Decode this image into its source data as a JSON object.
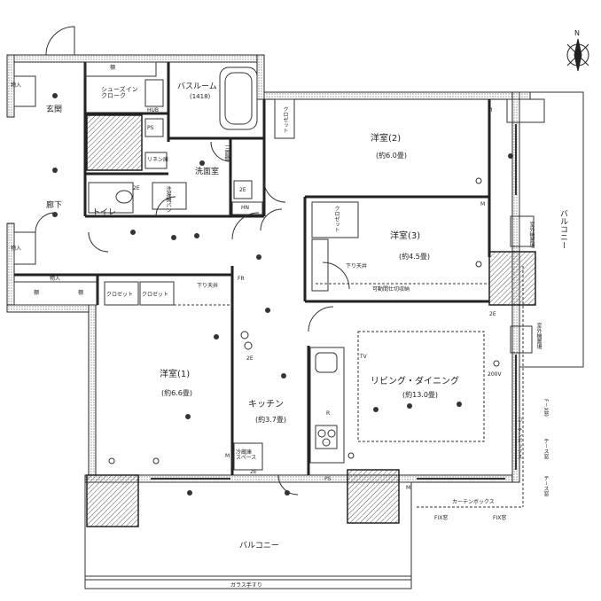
{
  "rooms": {
    "entrance": "玄関",
    "hallway": "廊下",
    "toilet": "トイレ",
    "shoe_closet": "シューズイン\nクローク",
    "bathroom": "バスルーム",
    "bathroom_size": "(1418)",
    "washroom": "洗面室",
    "western2": "洋室(2)",
    "western2_size": "(約6.0畳)",
    "western3": "洋室(3)",
    "western3_size": "(約4.5畳)",
    "western1": "洋室(1)",
    "western1_size": "(約6.6畳)",
    "kitchen": "キッチン",
    "kitchen_size": "(約3.7畳)",
    "living": "リビング・ダイニング",
    "living_size": "(約13.0畳)",
    "balcony_right": "バルコニー",
    "balcony_bottom": "バルコニー"
  },
  "labels": {
    "storage_a": "物入",
    "storage_b": "物入",
    "storage_c": "物入",
    "shelf1": "棚",
    "shelf2": "棚",
    "shelf3": "棚",
    "closet1": "クロゼット",
    "closet2": "クロゼット",
    "closet3": "クロゼット",
    "closet4": "クロゼット",
    "ps1": "PS",
    "ps2": "PS",
    "linen": "リネン庫",
    "hub": "HUB",
    "hn": "HN",
    "sanmenkyo": "三面鏡",
    "lowered_ceiling": "下り天井",
    "lowered_ceiling2": "下り天井",
    "movable_storage": "可動間仕切収納",
    "fridge_space": "冷蔵庫\nスペース",
    "curtain_box": "カーテンボックス",
    "curtain_box2": "カーテンボックス",
    "fix_window1": "FIX窓",
    "fix_window2": "FIX窓",
    "glass_rail": "ガラス手すり",
    "outdoor_unit": "室外機置場",
    "outdoor_unit2": "室外機置場",
    "wd": "洗濯機パン",
    "window_side": "テ－ス窓",
    "window_side2": "テ－ス窓",
    "fix_side": "F－X窓",
    "le": "2E",
    "le2": "2E",
    "le3": "2E",
    "le4": "2E",
    "le5": "2E",
    "outlet_200v": "200V",
    "m1": "M",
    "m2": "M",
    "m3": "M",
    "m4": "M",
    "fr": "FR",
    "r": "R",
    "tv": "TV",
    "compass_n": "N"
  }
}
